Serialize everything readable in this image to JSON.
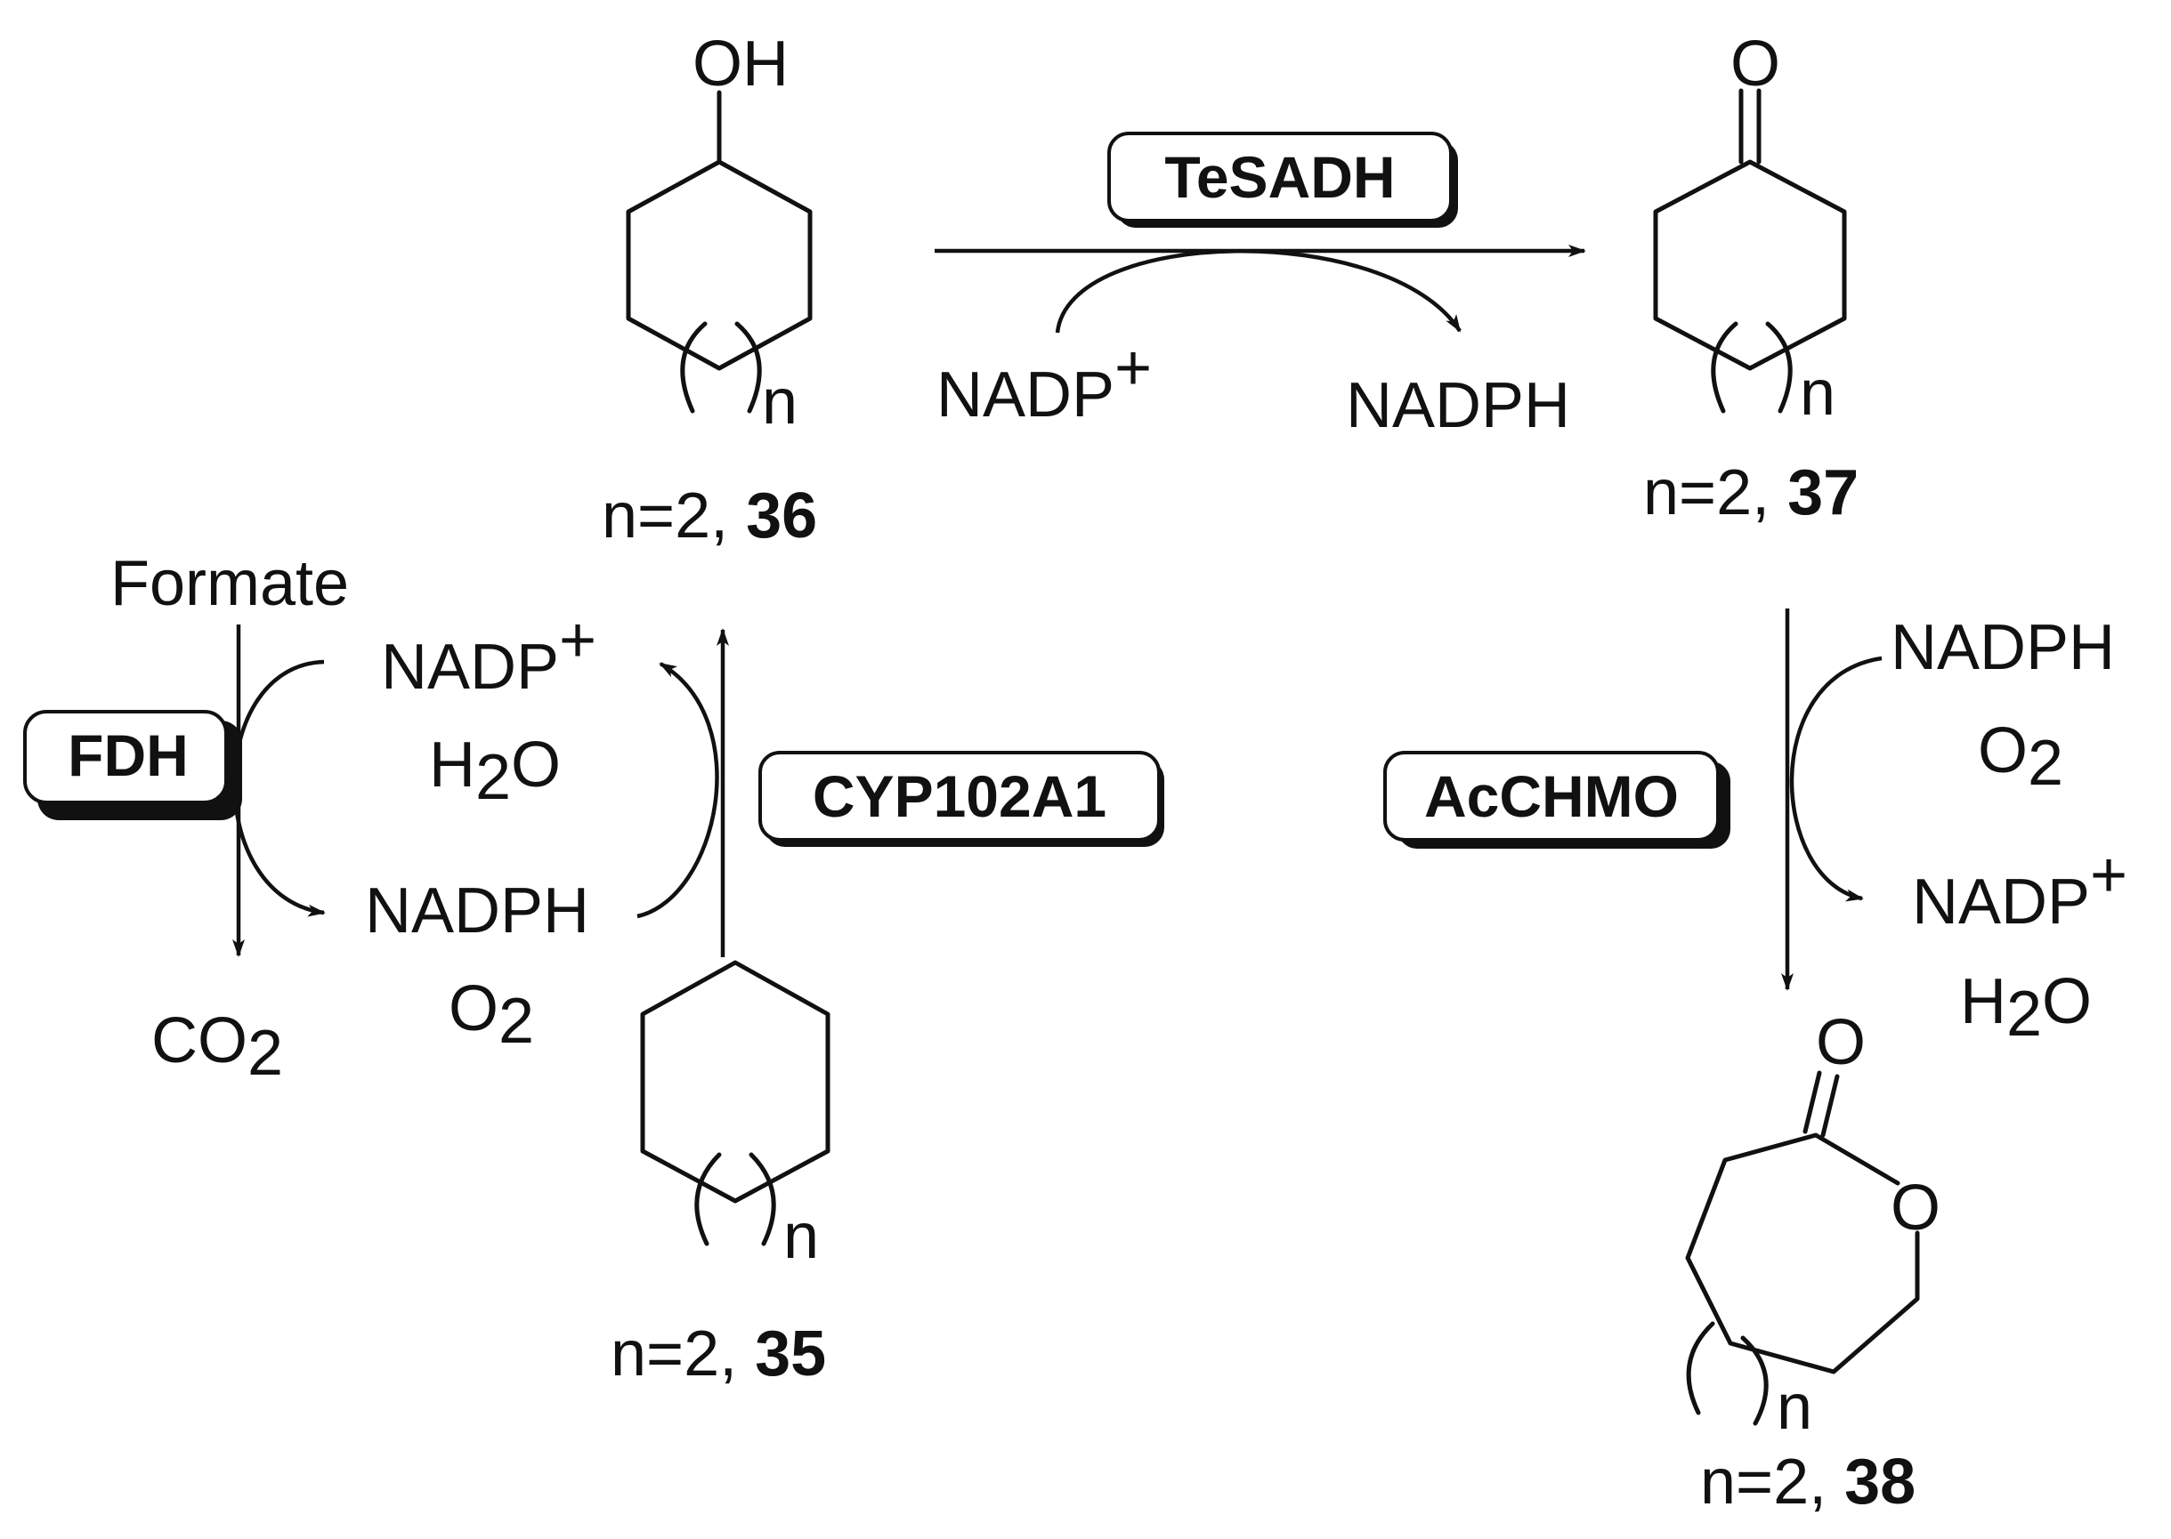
{
  "enzymes": {
    "tesadh": "TeSADH",
    "cyp": "CYP102A1",
    "acchmo": "AcCHMO",
    "fdh": "FDH"
  },
  "compounds": {
    "c36": {
      "prefix": "n=2, ",
      "num": "36",
      "sub": "n",
      "group": "OH"
    },
    "c37": {
      "prefix": "n=2, ",
      "num": "37",
      "sub": "n",
      "group": "O"
    },
    "c35": {
      "prefix": "n=2, ",
      "num": "35",
      "sub": "n"
    },
    "c38": {
      "prefix": "n=2, ",
      "num": "38",
      "sub": "n",
      "carbonyl": "O",
      "ring_o": "O"
    }
  },
  "cofactors": {
    "nadp": "NADP",
    "plus": "+",
    "nadph": "NADPH",
    "h2o_h": "H",
    "h2o_o": "O",
    "o2_o": "O",
    "two": "2",
    "formate": "Formate",
    "co2_co": "CO"
  }
}
